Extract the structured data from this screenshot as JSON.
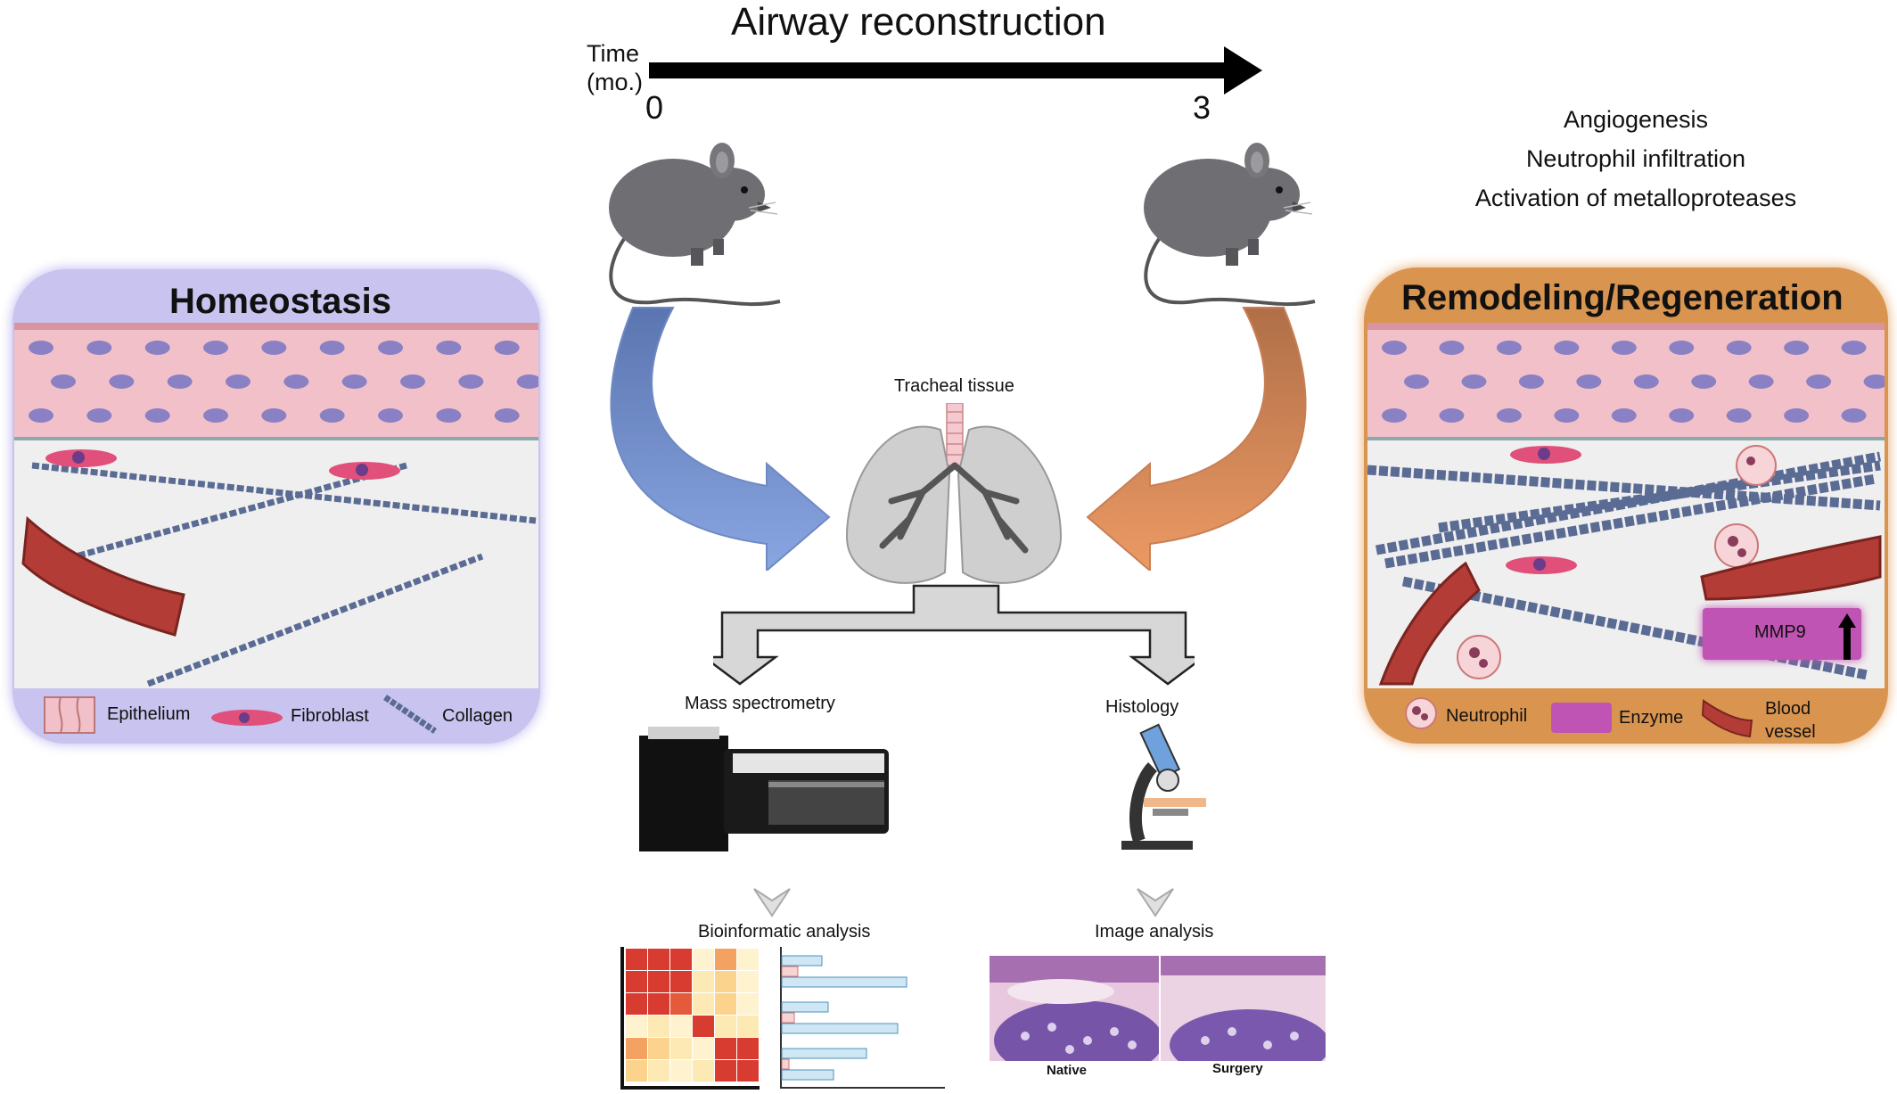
{
  "header": {
    "title": "Airway reconstruction",
    "time_label_line1": "Time",
    "time_label_line2": "(mo.)",
    "time_start": "0",
    "time_end": "3"
  },
  "processes": {
    "items": [
      "Angiogenesis",
      "Neutrophil infiltration",
      "Activation of metalloproteases"
    ]
  },
  "left_panel": {
    "title": "Homeostasis",
    "legend": {
      "epithelium": "Epithelium",
      "fibroblast": "Fibroblast",
      "collagen": "Collagen"
    }
  },
  "right_panel": {
    "title": "Remodeling/Regeneration",
    "enzyme_badge": "MMP9",
    "legend": {
      "neutrophil": "Neutrophil",
      "enzyme": "Enzyme",
      "blood_vessel_1": "Blood",
      "blood_vessel_2": "vessel"
    }
  },
  "center": {
    "tissue_label": "Tracheal tissue",
    "mass_spec_label": "Mass spectrometry",
    "histology_label": "Histology",
    "bioinformatic_label": "Bioinformatic analysis",
    "image_analysis_label": "Image analysis",
    "native_label": "Native",
    "surgery_label": "Surgery"
  },
  "colors": {
    "left_panel_bg": "#c8c4ef",
    "right_panel_bg": "#d9954f",
    "blue_arrow": "#7e9ad6",
    "orange_arrow": "#e08f58",
    "epithelium_pink": "#f2c0c8",
    "collagen": "#5a6b94",
    "mmp9_magenta": "#c054b4"
  }
}
